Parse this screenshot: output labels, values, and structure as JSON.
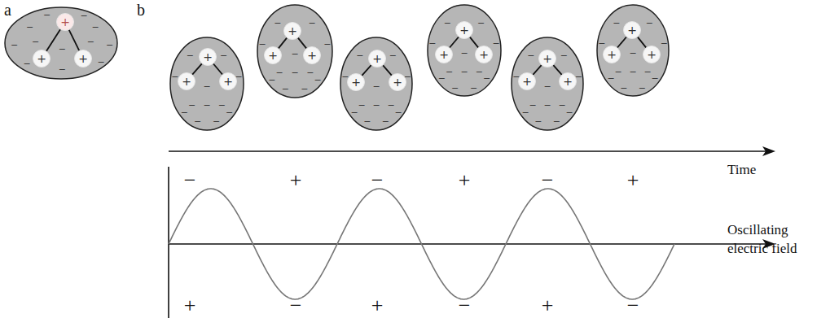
{
  "diagram": {
    "nodes": [
      {
        "text": [
          "−",
          "−",
          "−",
          "−",
          "−",
          "−",
          "−",
          "−",
          "−",
          "−",
          "−",
          "−"
        ]
      },
      {
        "text": [
          "+"
        ],
        "in": 0
      },
      {
        "text": [
          "+"
        ],
        "in": 0
      },
      {
        "text": [
          "+"
        ],
        "in": 0
      },
      {
        "text": [
          "−",
          "−",
          "−",
          "−",
          "−",
          "−",
          "−",
          "−",
          "−",
          "−",
          "−",
          "−"
        ]
      },
      {
        "text": [
          "+"
        ],
        "in": 4
      },
      {
        "text": [
          "+"
        ],
        "in": 4
      },
      {
        "text": [
          "+"
        ],
        "in": 4
      },
      {
        "text": [
          "−",
          "−",
          "−",
          "−",
          "−",
          "−",
          "−",
          "−",
          "−",
          "−",
          "−",
          "−"
        ]
      },
      {
        "text": [
          "+"
        ],
        "in": 8
      },
      {
        "text": [
          "+"
        ],
        "in": 8
      },
      {
        "text": [
          "+"
        ],
        "in": 8
      },
      {
        "text": [
          "−",
          "−",
          "−",
          "−",
          "−",
          "−",
          "−",
          "−",
          "−",
          "−",
          "−",
          "−"
        ]
      },
      {
        "text": [
          "+"
        ],
        "in": 12
      },
      {
        "text": [
          "+"
        ],
        "in": 12
      },
      {
        "text": [
          "+"
        ],
        "in": 12
      },
      {
        "text": [
          "−",
          "−",
          "−",
          "−",
          "−",
          "−",
          "−",
          "−",
          "−",
          "−",
          "−",
          "−"
        ]
      },
      {
        "text": [
          "+"
        ],
        "in": 16
      },
      {
        "text": [
          "+"
        ],
        "in": 16
      },
      {
        "text": [
          "+"
        ],
        "in": 16
      },
      {
        "text": [
          "−",
          "−",
          "−",
          "−",
          "−",
          "−",
          "−",
          "−",
          "−",
          "−",
          "−",
          "−"
        ]
      },
      {
        "text": [
          "+"
        ],
        "in": 20
      },
      {
        "text": [
          "+"
        ],
        "in": 20
      },
      {
        "text": [
          "+"
        ],
        "in": 20
      },
      {
        "text": [
          "−",
          "−",
          "−",
          "−",
          "−",
          "−",
          "−",
          "−",
          "−",
          "−",
          "−",
          "−"
        ]
      },
      {
        "text": [
          "+"
        ],
        "in": 24
      },
      {
        "text": [
          "+"
        ],
        "in": 24
      },
      {
        "text": [
          "+"
        ],
        "in": 24
      }
    ],
    "edges": [
      {
        "from": 1,
        "to": 2,
        "arrow": "none"
      },
      {
        "from": 1,
        "to": 3,
        "arrow": "none"
      },
      {
        "from": 5,
        "to": 6,
        "arrow": "none"
      },
      {
        "from": 5,
        "to": 7,
        "arrow": "none"
      },
      {
        "from": 9,
        "to": 10,
        "arrow": "none"
      },
      {
        "from": 9,
        "to": 11,
        "arrow": "none"
      },
      {
        "from": 13,
        "to": 14,
        "arrow": "none"
      },
      {
        "from": 13,
        "to": 15,
        "arrow": "none"
      },
      {
        "from": 17,
        "to": 18,
        "arrow": "none"
      },
      {
        "from": 17,
        "to": 19,
        "arrow": "none"
      },
      {
        "from": 21,
        "to": 22,
        "arrow": "none"
      },
      {
        "from": 21,
        "to": 23,
        "arrow": "none"
      },
      {
        "from": 25,
        "to": 26,
        "arrow": "none"
      },
      {
        "from": 25,
        "to": 27,
        "arrow": "none"
      }
    ],
    "labels": [
      "a",
      "b",
      "−",
      "+",
      "−",
      "+",
      "−",
      "+",
      "Time",
      "Oscillating electric field",
      "+",
      "−",
      "+",
      "−",
      "+",
      "−"
    ]
  }
}
